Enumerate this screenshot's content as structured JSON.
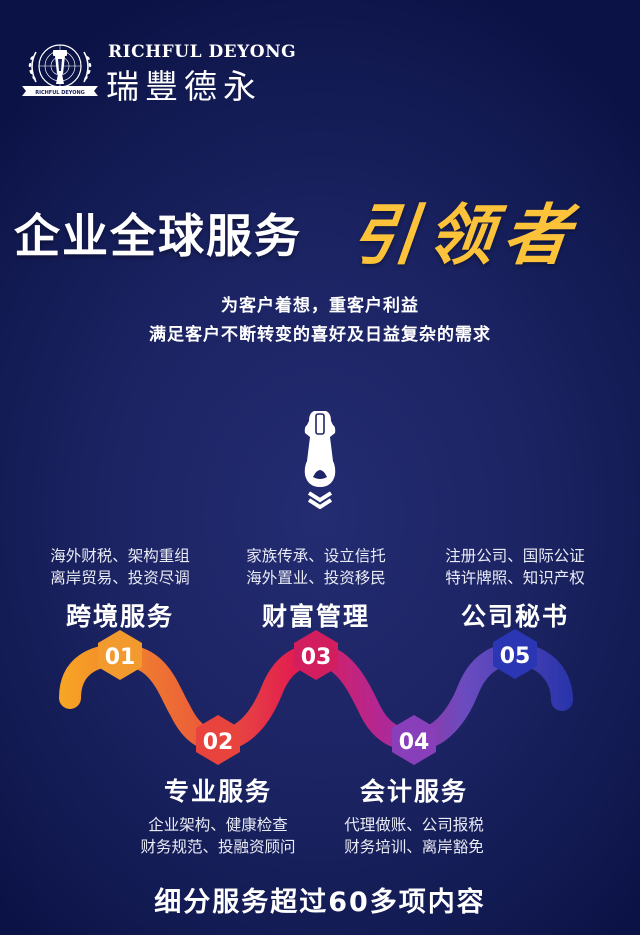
{
  "brand": {
    "name_en": "RICHFUL DEYONG",
    "name_cn": "瑞豐德永",
    "emblem_ribbon_text": "RICHFUL DEYONG"
  },
  "hero": {
    "headline": "企业全球服务",
    "headline_accent": "引领者",
    "accent_color": "#fcc23a",
    "tagline_1": "为客户着想，重客户利益",
    "tagline_2": "满足客户不断转变的喜好及日益复杂的需求"
  },
  "icons": {
    "zipper": "zipper-pull-icon",
    "chevrons": "double-chevron-down-icon"
  },
  "services": [
    {
      "number": "01",
      "title": "跨境服务",
      "lines": [
        "海外财税、架构重组",
        "离岸贸易、投资尽调"
      ],
      "color": "#f5a623"
    },
    {
      "number": "02",
      "title": "专业服务",
      "lines": [
        "企业架构、健康检查",
        "财务规范、投融资顾问"
      ],
      "color": "#e8453c"
    },
    {
      "number": "03",
      "title": "财富管理",
      "lines": [
        "家族传承、设立信托",
        "海外置业、投资移民"
      ],
      "color": "#d01f6a"
    },
    {
      "number": "04",
      "title": "会计服务",
      "lines": [
        "代理做账、公司报税",
        "财务培训、离岸豁免"
      ],
      "color": "#8b3fb8"
    },
    {
      "number": "05",
      "title": "公司秘书",
      "lines": [
        "注册公司、国际公证",
        "特许牌照、知识产权"
      ],
      "color": "#2b35b0"
    }
  ],
  "footer": {
    "summary": "细分服务超过60多项内容"
  },
  "colors": {
    "background_edge": "#0b1245",
    "background_center": "#242c72"
  }
}
